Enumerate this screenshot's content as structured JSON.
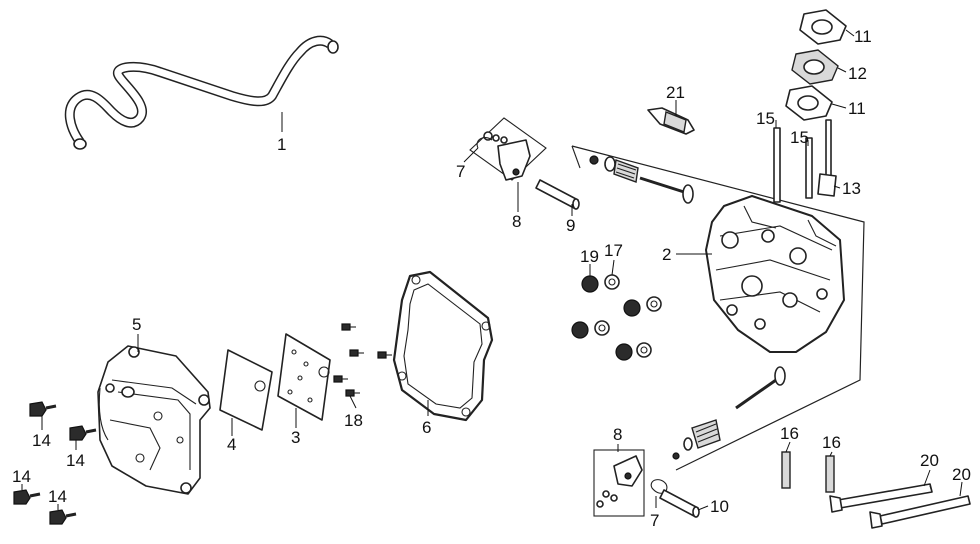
{
  "callouts": {
    "c1": "1",
    "c2": "2",
    "c3": "3",
    "c4": "4",
    "c5": "5",
    "c6": "6",
    "c7a": "7",
    "c7b": "7",
    "c8a": "8",
    "c8b": "8",
    "c9": "9",
    "c10": "10",
    "c11a": "11",
    "c11b": "11",
    "c12": "12",
    "c13": "13",
    "c14a": "14",
    "c14b": "14",
    "c14c": "14",
    "c14d": "14",
    "c15a": "15",
    "c15b": "15",
    "c16a": "16",
    "c16b": "16",
    "c17": "17",
    "c18": "18",
    "c19": "19",
    "c20a": "20",
    "c20b": "20",
    "c21": "21"
  }
}
